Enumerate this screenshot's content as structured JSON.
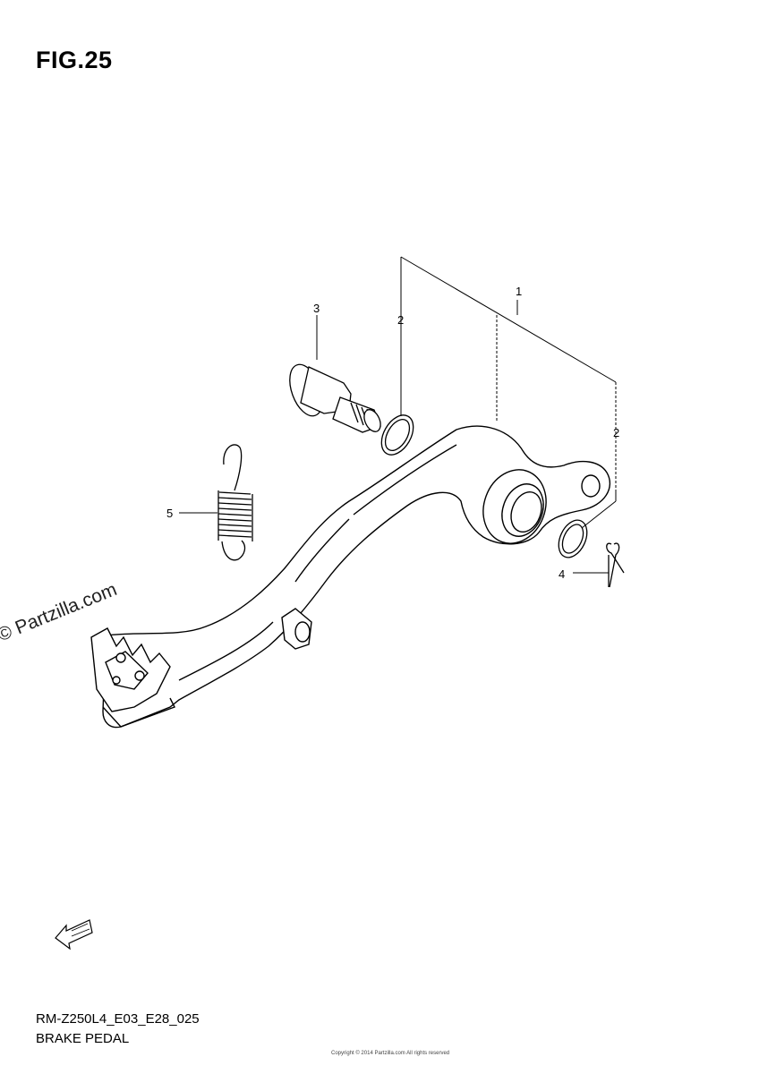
{
  "figure": {
    "title": "FIG.25",
    "watermark": "© Partzilla.com",
    "part_code": "RM-Z250L4_E03_E28_025",
    "caption": "BRAKE PEDAL",
    "footer_note": "Copyright © 2014 Partzilla.com All rights reserved"
  },
  "callouts": [
    {
      "id": "callout-1",
      "label": "1"
    },
    {
      "id": "callout-2-left",
      "label": "2"
    },
    {
      "id": "callout-2-right",
      "label": "2"
    },
    {
      "id": "callout-3",
      "label": "3"
    },
    {
      "id": "callout-4",
      "label": "4"
    },
    {
      "id": "callout-5",
      "label": "5"
    }
  ],
  "icons": {
    "direction_arrow": "fwd-arrow-icon"
  },
  "colors": {
    "line": "#000000",
    "background": "#ffffff"
  }
}
